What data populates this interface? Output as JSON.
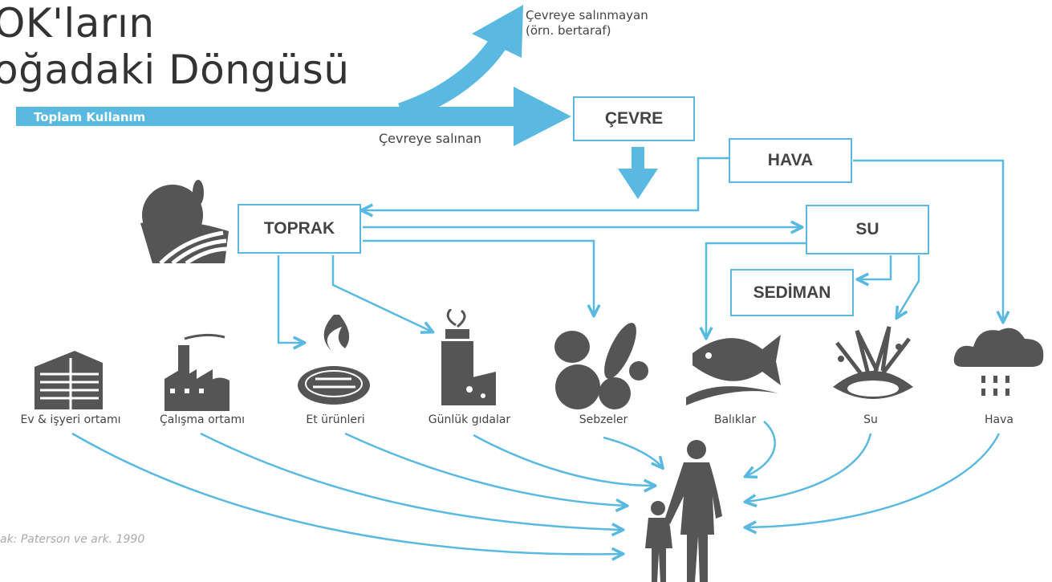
{
  "title": {
    "line1": "OK'ların",
    "line2": "oğadaki Döngüsü"
  },
  "flows": {
    "total_use": "Toplam Kullanım",
    "not_released": "Çevreye salınmayan\n(örn. bertaraf)",
    "released": "Çevreye salınan"
  },
  "boxes": {
    "cevre": "ÇEVRE",
    "hava": "HAVA",
    "toprak": "TOPRAK",
    "su": "SU",
    "sediman": "SEDİMAN"
  },
  "exposures": [
    {
      "label": "Ev & işyeri ortamı",
      "icon": "office-building-icon"
    },
    {
      "label": "Çalışma ortamı",
      "icon": "factory-icon"
    },
    {
      "label": "Et ürünleri",
      "icon": "grilled-meat-icon"
    },
    {
      "label": "Günlük gıdalar",
      "icon": "dairy-products-icon"
    },
    {
      "label": "Sebzeler",
      "icon": "vegetables-icon"
    },
    {
      "label": "Balıklar",
      "icon": "fish-icon"
    },
    {
      "label": "Su",
      "icon": "water-splash-icon"
    },
    {
      "label": "Hava",
      "icon": "rain-cloud-icon"
    }
  ],
  "source": "ak: Paterson ve ark. 1990",
  "colors": {
    "flow": "#59b9e0",
    "icon": "#555555",
    "text": "#444444"
  }
}
